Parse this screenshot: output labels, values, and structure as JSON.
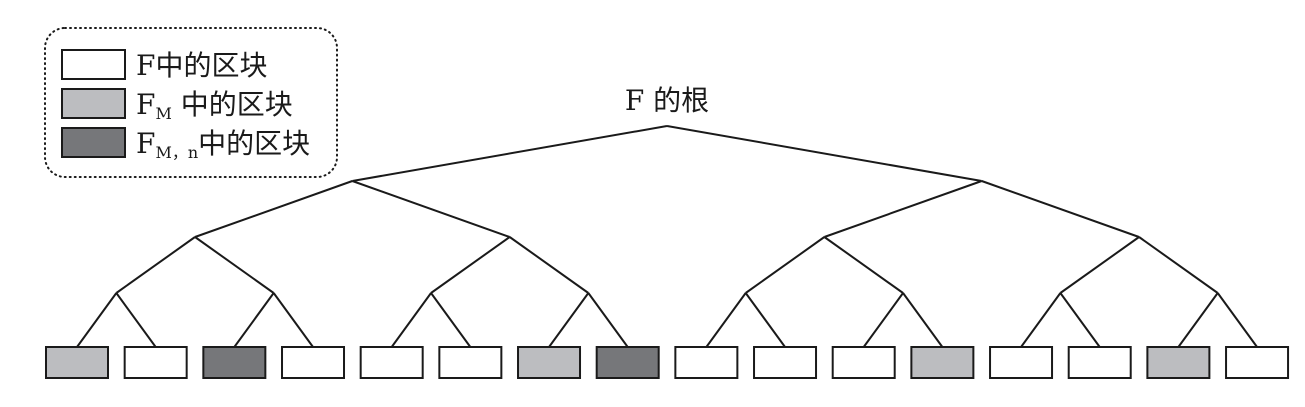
{
  "colors": {
    "block_in_F": "#ffffff",
    "block_in_FM": "#bcbdc0",
    "block_in_FMn": "#76777a",
    "line": "#1a1a1a"
  },
  "root": {
    "label": "F 的根"
  },
  "legend": {
    "items": [
      {
        "key": "block_in_F",
        "main": "F",
        "sub": "",
        "suffix": "中的区块"
      },
      {
        "key": "block_in_FM",
        "main": "F",
        "sub": "M",
        "suffix": " 中的区块"
      },
      {
        "key": "block_in_FMn",
        "main": "F",
        "sub": "M，n",
        "suffix": "中的区块"
      }
    ]
  },
  "tree": {
    "leaves": [
      "block_in_FM",
      "block_in_F",
      "block_in_FMn",
      "block_in_F",
      "block_in_F",
      "block_in_F",
      "block_in_FM",
      "block_in_FMn",
      "block_in_F",
      "block_in_F",
      "block_in_F",
      "block_in_FM",
      "block_in_F",
      "block_in_F",
      "block_in_FM",
      "block_in_F"
    ]
  }
}
